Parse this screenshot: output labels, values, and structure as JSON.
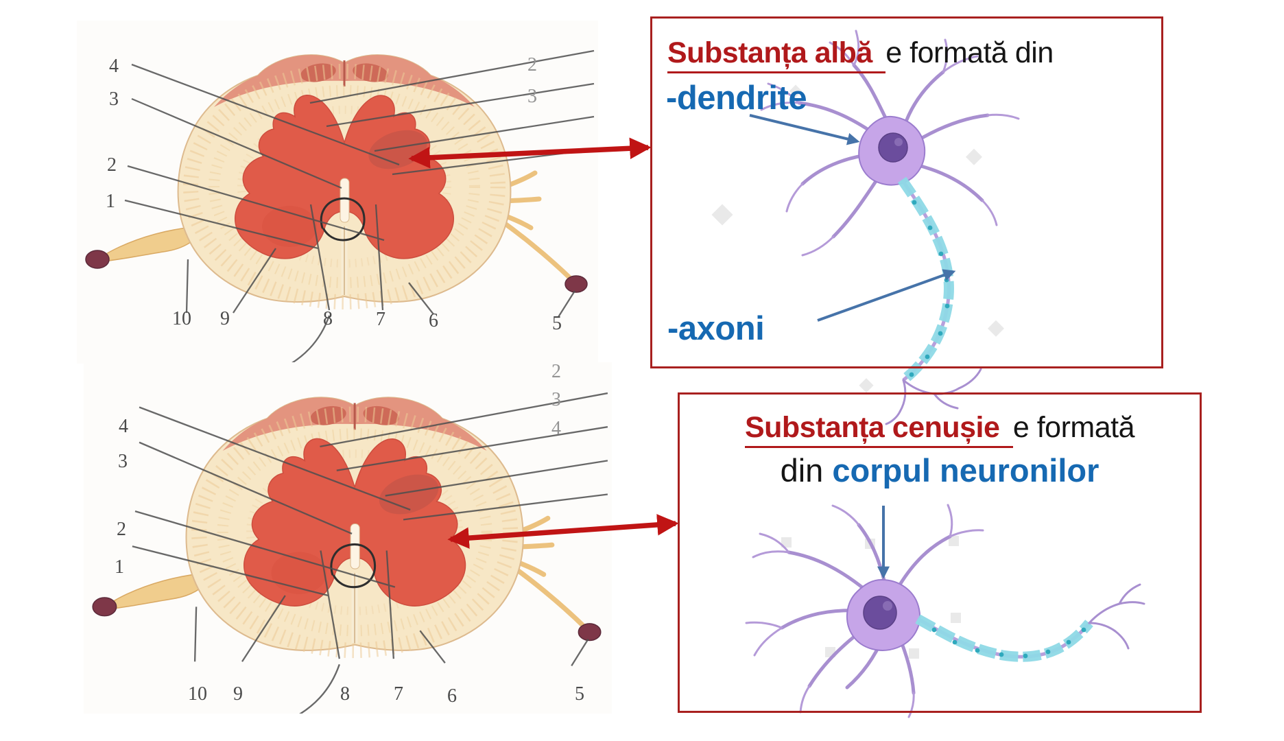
{
  "white_matter_box": {
    "title_highlight": "Substanța albă ",
    "title_rest": "e formată din",
    "bullet_dendrites": "-dendrite",
    "bullet_axons": "-axoni"
  },
  "gray_matter_box": {
    "title_highlight": "Substanța cenușie ",
    "title_rest": "e formată",
    "line2_prefix": "din ",
    "line2_highlight": "corpul neuronilor"
  },
  "spinal_diagram_top": {
    "left_labels": [
      "4",
      "3",
      "2",
      "1"
    ],
    "bottom_labels": [
      "10",
      "9",
      "8",
      "7",
      "6",
      "5"
    ],
    "right_labels": [
      "2",
      "3"
    ]
  },
  "spinal_diagram_bottom": {
    "left_labels": [
      "4",
      "3",
      "2",
      "1"
    ],
    "bottom_labels": [
      "10",
      "9",
      "8",
      "7",
      "6",
      "5"
    ],
    "right_labels": [
      "2",
      "3",
      "4"
    ]
  },
  "colors": {
    "box_border": "#a8201f",
    "highlight_red": "#b0191b",
    "accent_blue": "#1669b2",
    "arrow_red": "#c01414",
    "arrow_blue": "#4673a9"
  }
}
